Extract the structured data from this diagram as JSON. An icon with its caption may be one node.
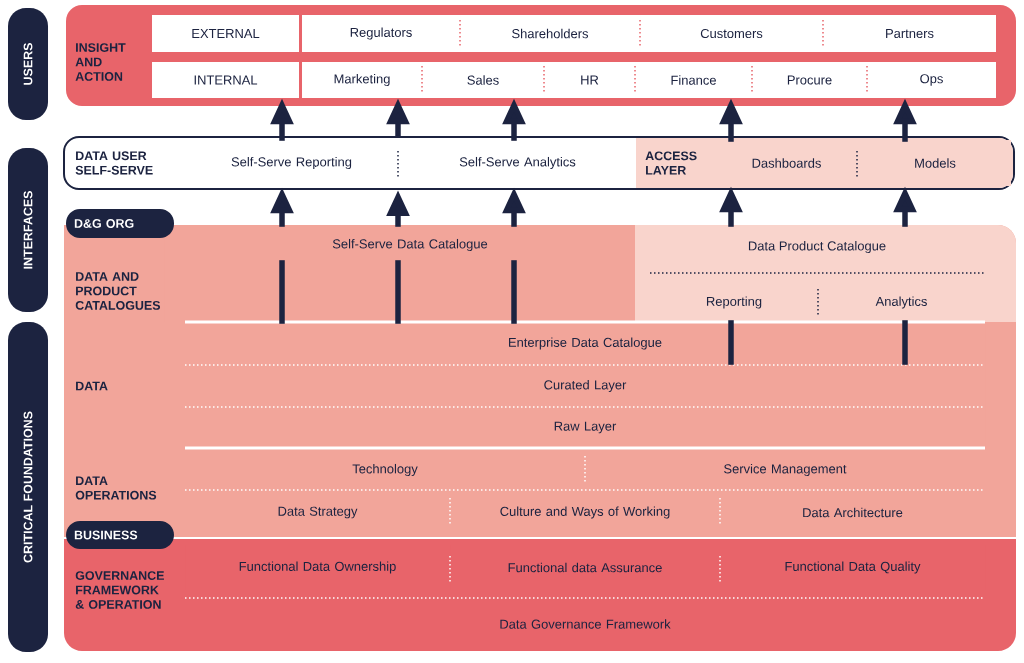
{
  "diagram": {
    "nodes": [
      {
        "text": [
          "USERS"
        ]
      },
      {
        "text": [
          "INTERFACES"
        ]
      },
      {
        "text": [
          "CRITICAL FOUNDATIONS"
        ]
      },
      {
        "text": [
          "INSIGHT AND ACTION"
        ]
      },
      {
        "text": [
          "EXTERNAL"
        ],
        "in": 3
      },
      {
        "text": [
          "Regulators"
        ],
        "in": 3
      },
      {
        "text": [
          "Shareholders"
        ],
        "in": 3
      },
      {
        "text": [
          "Customers"
        ],
        "in": 3
      },
      {
        "text": [
          "Partners"
        ],
        "in": 3
      },
      {
        "text": [
          "INTERNAL"
        ],
        "in": 3
      },
      {
        "text": [
          "Marketing"
        ],
        "in": 3
      },
      {
        "text": [
          "Sales"
        ],
        "in": 3
      },
      {
        "text": [
          "HR"
        ],
        "in": 3
      },
      {
        "text": [
          "Finance"
        ],
        "in": 3
      },
      {
        "text": [
          "Procure"
        ],
        "in": 3
      },
      {
        "text": [
          "Ops"
        ],
        "in": 3
      },
      {
        "text": [
          "DATA USER SELF-SERVE"
        ]
      },
      {
        "text": [
          "Self-Serve Reporting"
        ],
        "in": 16
      },
      {
        "text": [
          "Self-Serve Analytics"
        ],
        "in": 16
      },
      {
        "text": [
          "ACCESS LAYER"
        ],
        "in": 16
      },
      {
        "text": [
          "Dashboards"
        ],
        "in": 19
      },
      {
        "text": [
          "Models"
        ],
        "in": 19
      },
      {
        "text": [
          "D&G ORG"
        ]
      },
      {
        "text": [
          "DATA AND PRODUCT CATALOGUES"
        ]
      },
      {
        "text": [
          "Self-Serve Data Catalogue"
        ],
        "in": 23
      },
      {
        "text": [
          "Data Product Catalogue"
        ],
        "in": 23
      },
      {
        "text": [
          "Reporting"
        ],
        "in": 25
      },
      {
        "text": [
          "Analytics"
        ],
        "in": 25
      },
      {
        "text": [
          "DATA"
        ]
      },
      {
        "text": [
          "Enterprise Data Catalogue"
        ],
        "in": 28
      },
      {
        "text": [
          "Curated Layer"
        ],
        "in": 28
      },
      {
        "text": [
          "Raw Layer"
        ],
        "in": 28
      },
      {
        "text": [
          "DATA OPERATIONS"
        ]
      },
      {
        "text": [
          "Technology"
        ],
        "in": 32
      },
      {
        "text": [
          "Service Management"
        ],
        "in": 32
      },
      {
        "text": [
          "Data Strategy"
        ],
        "in": 32
      },
      {
        "text": [
          "Culture and Ways of Working"
        ],
        "in": 32
      },
      {
        "text": [
          "Data Architecture"
        ],
        "in": 32
      },
      {
        "text": [
          "BUSINESS"
        ]
      },
      {
        "text": [
          "GOVERNANCE FRAMEWORK & OPERATION"
        ]
      },
      {
        "text": [
          "Functional Data Ownership"
        ],
        "in": 39
      },
      {
        "text": [
          "Functional data Assurance"
        ],
        "in": 39
      },
      {
        "text": [
          "Functional Data Quality"
        ],
        "in": 39
      },
      {
        "text": [
          "Data Governance Framework"
        ],
        "in": 39
      }
    ],
    "edges": [
      {
        "from": 17,
        "to": 9,
        "arrow": "to"
      },
      {
        "from": 16,
        "to": 10,
        "arrow": "to"
      },
      {
        "from": 18,
        "to": 11,
        "arrow": "to"
      },
      {
        "from": 20,
        "to": 13,
        "arrow": "to"
      },
      {
        "from": 21,
        "to": 15,
        "arrow": "to"
      },
      {
        "from": 23,
        "to": 17,
        "arrow": "to"
      },
      {
        "from": 23,
        "to": 16,
        "arrow": "to"
      },
      {
        "from": 23,
        "to": 18,
        "arrow": "to"
      },
      {
        "from": 25,
        "to": 20,
        "arrow": "to"
      },
      {
        "from": 25,
        "to": 21,
        "arrow": "to"
      },
      {
        "from": 28,
        "to": 24,
        "arrow": "none"
      },
      {
        "from": 28,
        "to": 24,
        "arrow": "none"
      },
      {
        "from": 28,
        "to": 24,
        "arrow": "none"
      },
      {
        "from": 28,
        "to": 25,
        "arrow": "none"
      },
      {
        "from": 28,
        "to": 25,
        "arrow": "none"
      }
    ]
  }
}
